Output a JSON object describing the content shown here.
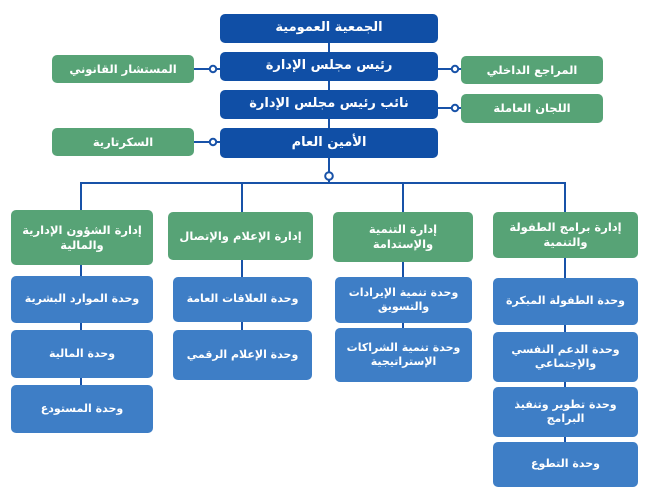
{
  "org_chart": {
    "top_chain": [
      {
        "label": "الجمعية العمومية"
      },
      {
        "label": "رئيس مجلس الإدارة"
      },
      {
        "label": "نائب رئيس مجلس الإدارة"
      },
      {
        "label": "الأمين العام"
      }
    ],
    "left_advisors": [
      {
        "label": "المستشار القانوني"
      },
      {
        "label": "السكرتارية"
      }
    ],
    "right_advisors": [
      {
        "label": "المراجع الداخلي"
      },
      {
        "label": "اللجان العاملة"
      }
    ],
    "departments": [
      {
        "label": "إدارة الشؤون الإدارية والمالية",
        "units": [
          "وحدة الموارد البشرية",
          "وحدة المالية",
          "وحدة المستودع"
        ]
      },
      {
        "label": "إدارة الإعلام والإتصال",
        "units": [
          "وحدة العلاقات العامة",
          "وحدة الإعلام الرقمي"
        ]
      },
      {
        "label": "إدارة التنمية والإستدامة",
        "units": [
          "وحدة تنمية الإيرادات والتسويق",
          "وحدة تنمية الشراكات الإستراتيجية"
        ]
      },
      {
        "label": "إدارة برامج الطفولة والتنمية",
        "units": [
          "وحدة الطفولة المبكرة",
          "وحدة الدعم النفسي والإجتماعي",
          "وحدة تطوير وتنفيذ البرامج",
          "وحدة التطوع"
        ]
      }
    ],
    "colors": {
      "dark_blue": "#104FA6",
      "green": "#57A376",
      "unit_blue": "#3E7EC6",
      "line_blue": "#1852A8"
    }
  }
}
